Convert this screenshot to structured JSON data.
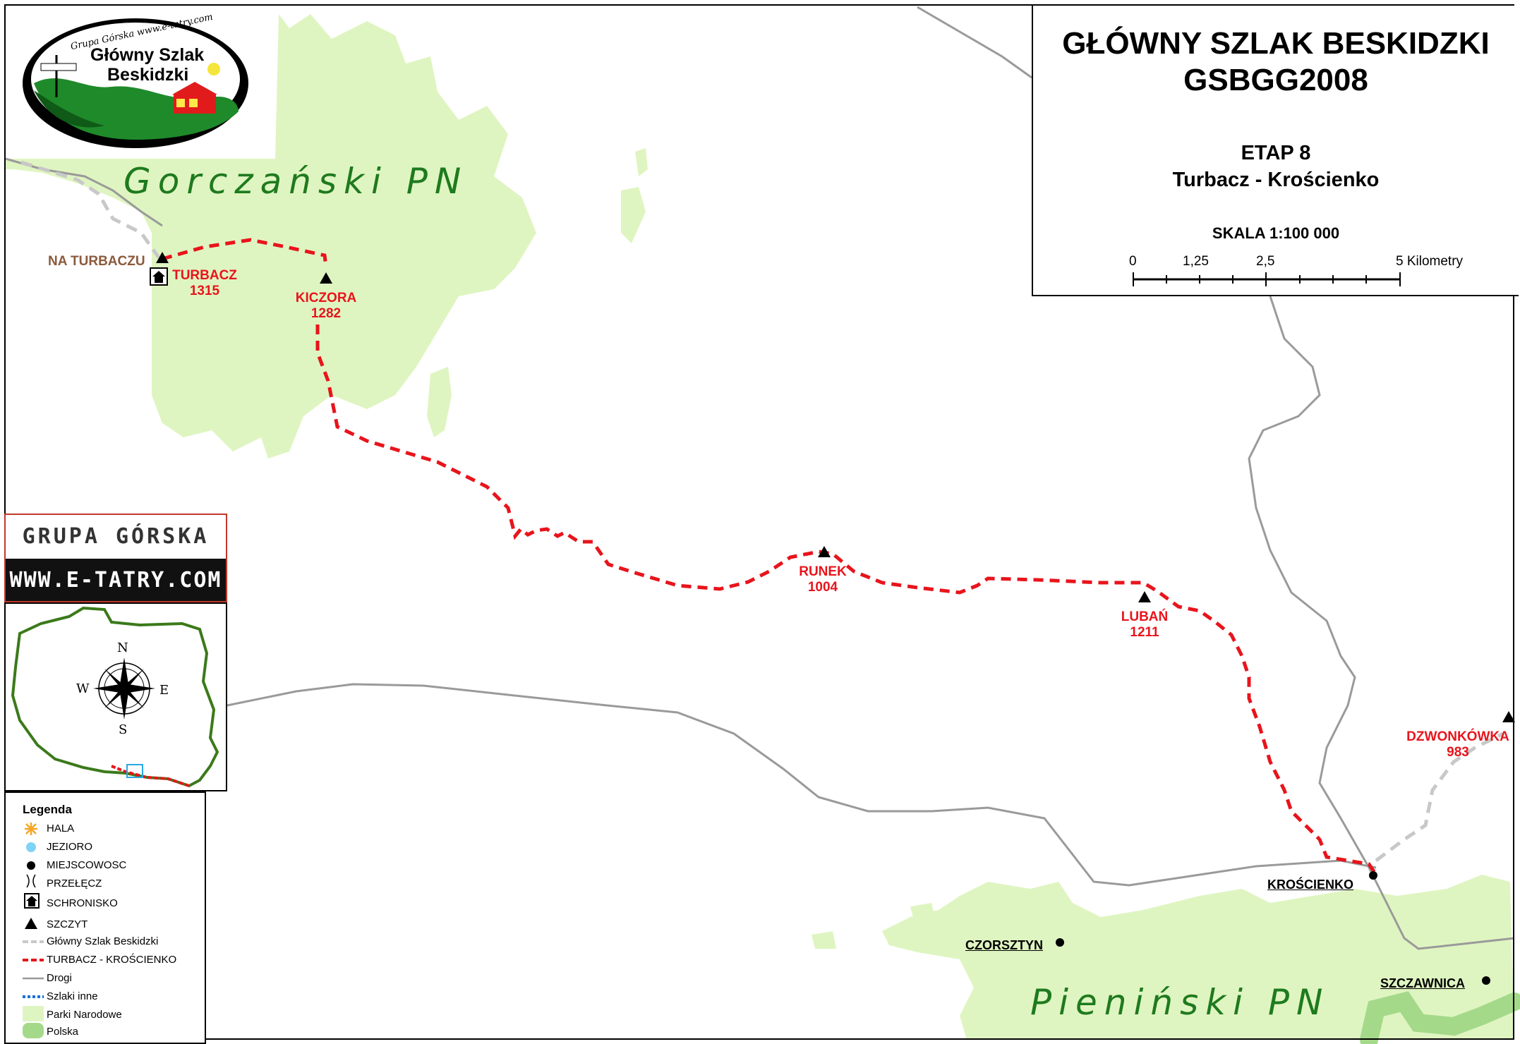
{
  "title": {
    "line1": "GŁÓWNY SZLAK BESKIDZKI",
    "line2": "GSBGG2008",
    "stage": "ETAP 8",
    "route": "Turbacz - Krościenko"
  },
  "scale": {
    "title": "SKALA 1:100 000",
    "ticks": [
      "0",
      "1,25",
      "2,5",
      "5 Kilometry"
    ]
  },
  "logo": {
    "arc_text": "Grupa Górska www.e-tatry.com",
    "line1": "Główny Szlak",
    "line2": "Beskidzki"
  },
  "banner": {
    "top": "GRUPA GÓRSKA",
    "bottom": "WWW.E-TATRY.COM"
  },
  "compass": {
    "n": "N",
    "s": "S",
    "e": "E",
    "w": "W"
  },
  "parks": {
    "gorczanski": "Gorczański PN",
    "pieninski": "Pieniński PN"
  },
  "peaks": [
    {
      "name": "TURBACZ",
      "elevation": "1315"
    },
    {
      "name": "KICZORA",
      "elevation": "1282"
    },
    {
      "name": "RUNEK",
      "elevation": "1004"
    },
    {
      "name": "LUBAŃ",
      "elevation": "1211"
    },
    {
      "name": "DZWONKÓWKA",
      "elevation": "983"
    }
  ],
  "shelter": {
    "name": "NA TURBACZU"
  },
  "places": [
    "KROŚCIENKO",
    "CZORSZTYN",
    "SZCZAWNICA"
  ],
  "legend": {
    "title": "Legenda",
    "items": [
      {
        "label": "HALA",
        "icon": "sun-icon"
      },
      {
        "label": "JEZIORO",
        "icon": "lake-dot-icon"
      },
      {
        "label": "MIEJSCOWOSC",
        "icon": "town-dot-icon"
      },
      {
        "label": "PRZEŁĘCZ",
        "icon": "pass-icon"
      },
      {
        "label": "SCHRONISKO",
        "icon": "shelter-icon"
      },
      {
        "label": "SZCZYT",
        "icon": "peak-triangle-icon"
      },
      {
        "label": "Główny Szlak Beskidzki",
        "icon": "grey-dashed-line"
      },
      {
        "label": "TURBACZ - KROŚCIENKO",
        "icon": "red-dashed-line"
      },
      {
        "label": "Drogi",
        "icon": "grey-line"
      },
      {
        "label": "Szlaki inne",
        "icon": "blue-dotted-line"
      },
      {
        "label": "Parki Narodowe",
        "icon": "park-swatch"
      },
      {
        "label": "Polska",
        "icon": "poland-swatch"
      }
    ]
  },
  "colors": {
    "park": "#dff5c1",
    "route": "#e8141c",
    "gsb_trail": "#c8c8c8",
    "road": "#9a9a9a",
    "river": "#a5d98a",
    "peak_label": "#e8141c",
    "shelter_label": "#8b5a3c",
    "park_label": "#1e7a1e"
  }
}
